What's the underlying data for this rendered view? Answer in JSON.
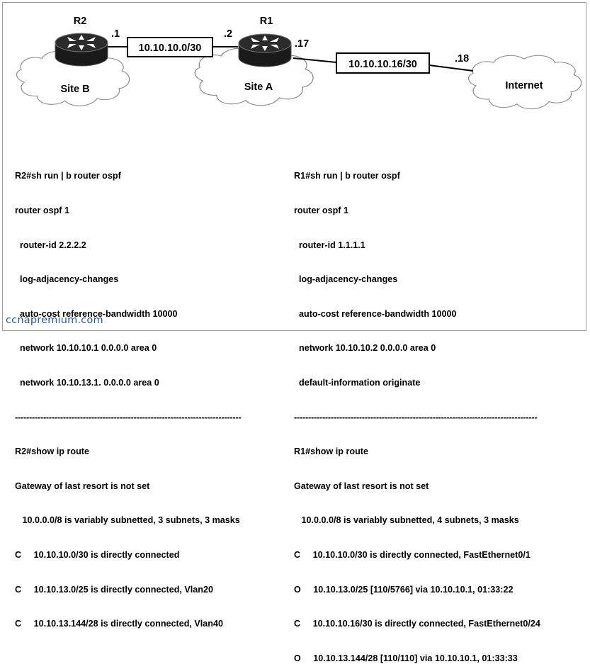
{
  "colors": {
    "router_body": "#1a1a1a",
    "router_top": "#2b2b2b",
    "cloud_stroke": "#8a8a8a",
    "link": "#000000",
    "watermark": "#2a54a8"
  },
  "topology": {
    "routers": [
      {
        "name": "R2",
        "icon": "router-icon"
      },
      {
        "name": "R1",
        "icon": "router-icon"
      }
    ],
    "clouds": [
      {
        "label": "Site B",
        "icon": "cloud-icon"
      },
      {
        "label": "Site A",
        "icon": "cloud-icon"
      },
      {
        "label": "Internet",
        "icon": "cloud-icon"
      }
    ],
    "links": [
      {
        "subnet": "10.10.10.0/30",
        "left_if": ".1",
        "right_if": ".2"
      },
      {
        "subnet": "10.10.10.16/30",
        "left_if": ".17",
        "right_if": ".18"
      }
    ]
  },
  "r2": {
    "config": [
      "R2#sh run | b router ospf",
      "router ospf 1",
      "  router-id 2.2.2.2",
      "  log-adjacency-changes",
      "  auto-cost reference-bandwidth 10000",
      "  network 10.10.10.1 0.0.0.0 area 0",
      "  network 10.10.13.1. 0.0.0.0 area 0"
    ],
    "separator": "--------------------------------------------------------------------------------",
    "route": [
      "R2#show ip route",
      "Gateway of last resort is not set",
      "   10.0.0.0/8 is variably subnetted, 3 subnets, 3 masks",
      "C     10.10.10.0/30 is directly connected",
      "C     10.10.13.0/25 is directly connected, Vlan20",
      "C     10.10.13.144/28 is directly connected, Vlan40"
    ]
  },
  "r1": {
    "config": [
      "R1#sh run | b router ospf",
      "router ospf 1",
      "  router-id 1.1.1.1",
      "  log-adjacency-changes",
      "  auto-cost reference-bandwidth 10000",
      "  network 10.10.10.2 0.0.0.0 area 0",
      "  default-information originate"
    ],
    "separator": "--------------------------------------------------------------------------------------",
    "route": [
      "R1#show ip route",
      "Gateway of last resort is not set",
      "   10.0.0.0/8 is variably subnetted, 4 subnets, 3 masks",
      "C     10.10.10.0/30 is directly connected, FastEthernet0/1",
      "O     10.10.13.0/25 [110/5766] via 10.10.10.1, 01:33:22",
      "C     10.10.10.16/30 is directly connected, FastEthernet0/24",
      "O     10.10.13.144/28 [110/110] via 10.10.10.1, 01:33:33"
    ]
  },
  "watermark": "ccnapremium.com"
}
